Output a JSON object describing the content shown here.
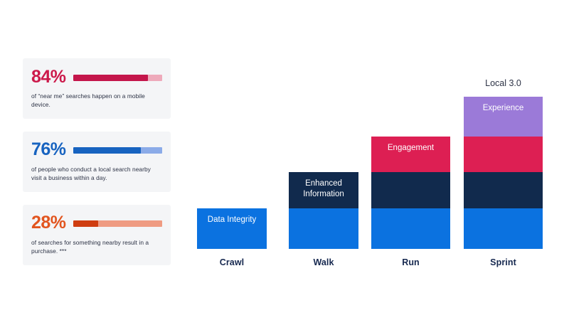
{
  "stats": {
    "cards": [
      {
        "name": "mobile-near-me",
        "value": "84%",
        "value_color": "#cc1a4b",
        "fill_color": "#c4164b",
        "track_color": "#eeaabb",
        "percent": 84,
        "description": "of “near me” searches happen on a mobile device."
      },
      {
        "name": "local-search-visit",
        "value": "76%",
        "value_color": "#1763c0",
        "fill_color": "#1763c0",
        "track_color": "#8babe8",
        "percent": 76,
        "description": "of people who conduct a local search nearby visit a business within a day."
      },
      {
        "name": "nearby-purchase",
        "value": "28%",
        "value_color": "#e2551f",
        "fill_color": "#cf3d11",
        "track_color": "#ef9b82",
        "percent": 28,
        "description": "of searches for something nearby result in a purchase. ***"
      }
    ]
  },
  "chart_data": {
    "type": "bar",
    "title": "",
    "xlabel": "",
    "ylabel": "",
    "stacked": true,
    "grid": false,
    "legend": "inline-labels",
    "categories": [
      "Crawl",
      "Walk",
      "Run",
      "Sprint"
    ],
    "series": [
      {
        "name": "Data Integrity",
        "color": "#0b72e0",
        "values": [
          1,
          1,
          1,
          1
        ]
      },
      {
        "name": "Enhanced Information",
        "color": "#112a4d",
        "values": [
          0,
          1,
          1,
          1
        ]
      },
      {
        "name": "Engagement",
        "color": "#dd1f53",
        "values": [
          0,
          0,
          1,
          1
        ]
      },
      {
        "name": "Experience",
        "color": "#9b7ad8",
        "values": [
          0,
          0,
          0,
          1
        ]
      }
    ],
    "annotations": [
      {
        "text": "Local 3.0",
        "attached_to": "Sprint",
        "position": "above"
      }
    ],
    "bars": [
      {
        "category": "Crawl",
        "top_label": "",
        "segments": [
          {
            "label": "Data Integrity",
            "color": "#0b72e0",
            "height": 57,
            "show_label": true
          }
        ]
      },
      {
        "category": "Walk",
        "top_label": "",
        "segments": [
          {
            "label": "Enhanced Information",
            "color": "#112a4d",
            "height": 51,
            "show_label": true
          },
          {
            "label": "Data Integrity",
            "color": "#0b72e0",
            "height": 57,
            "show_label": false
          }
        ]
      },
      {
        "category": "Run",
        "top_label": "",
        "segments": [
          {
            "label": "Engagement",
            "color": "#dd1f53",
            "height": 50,
            "show_label": true
          },
          {
            "label": "Enhanced Information",
            "color": "#112a4d",
            "height": 51,
            "show_label": false
          },
          {
            "label": "Data Integrity",
            "color": "#0b72e0",
            "height": 57,
            "show_label": false
          }
        ]
      },
      {
        "category": "Sprint",
        "top_label": "Local 3.0",
        "segments": [
          {
            "label": "Experience",
            "color": "#9b7ad8",
            "height": 56,
            "show_label": true
          },
          {
            "label": "Engagement",
            "color": "#dd1f53",
            "height": 50,
            "show_label": false
          },
          {
            "label": "Enhanced Information",
            "color": "#112a4d",
            "height": 51,
            "show_label": false
          },
          {
            "label": "Data Integrity",
            "color": "#0b72e0",
            "height": 57,
            "show_label": false
          }
        ]
      }
    ]
  },
  "layout": {
    "bar_lefts": [
      19,
      148,
      264,
      394
    ],
    "bar_widths": [
      98,
      98,
      111,
      111
    ]
  }
}
